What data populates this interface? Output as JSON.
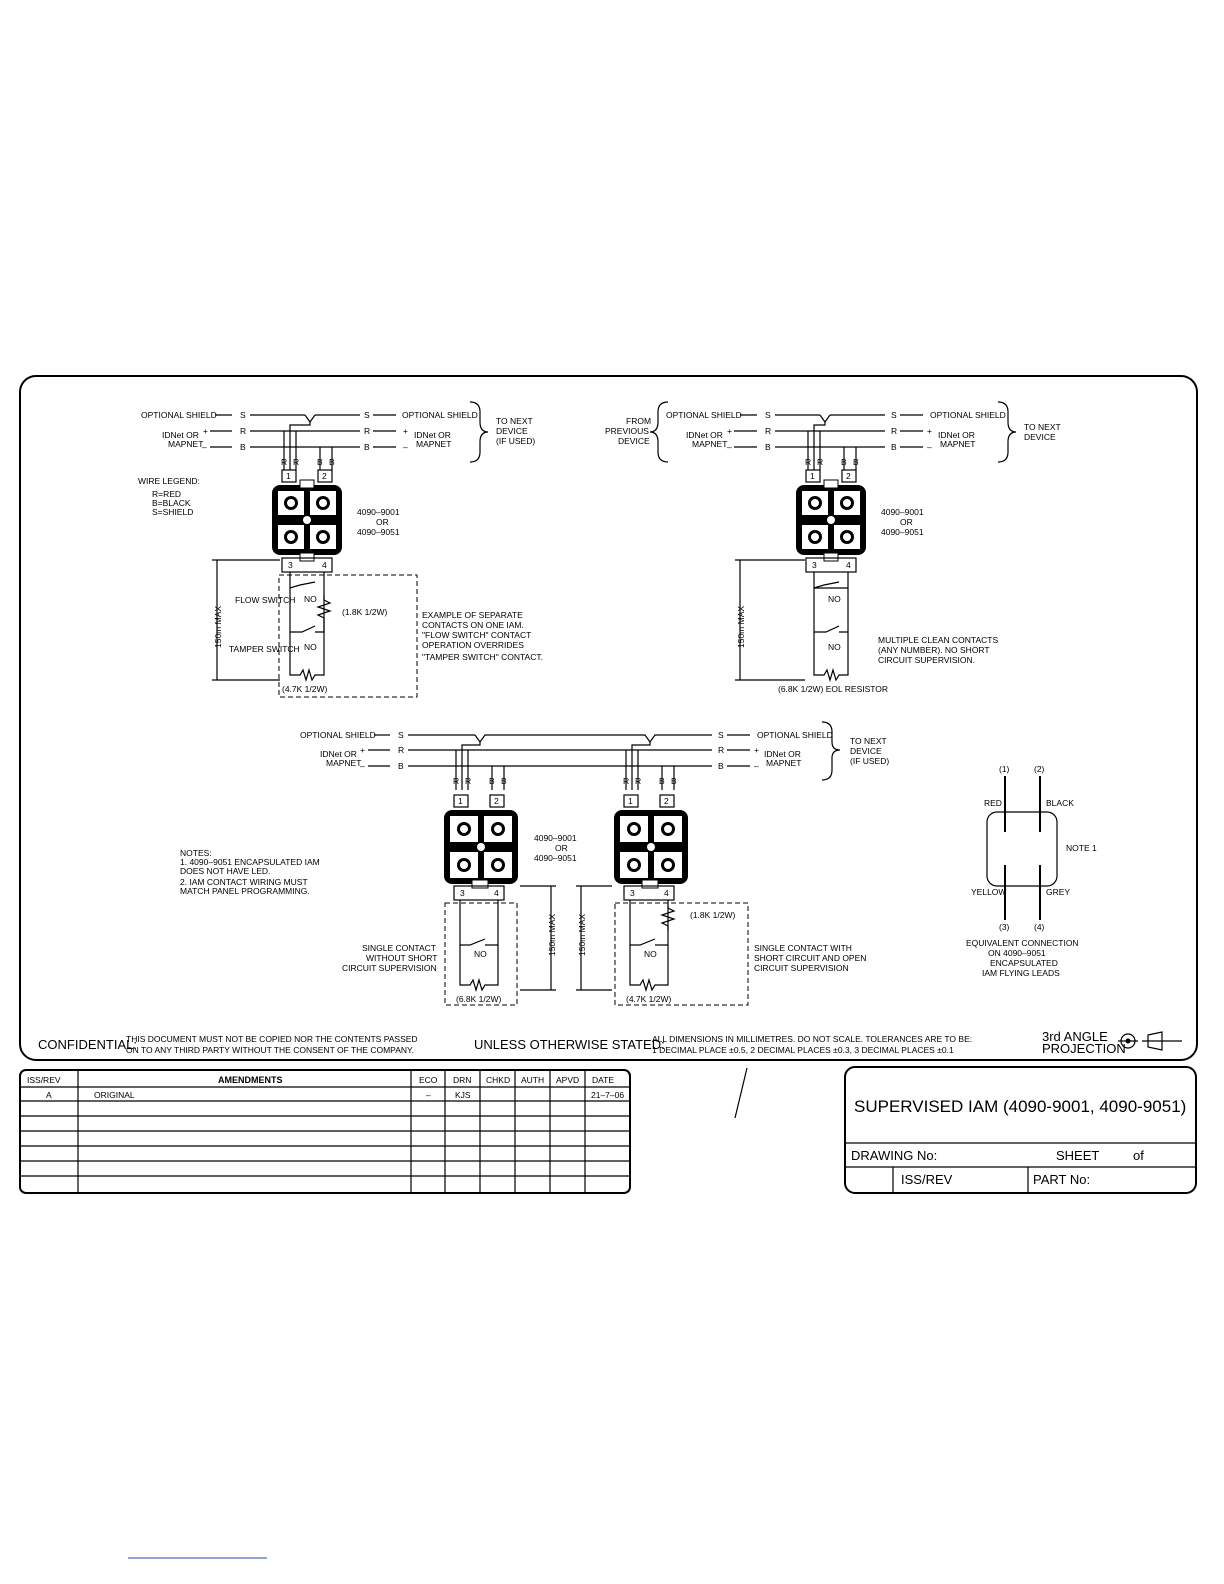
{
  "drawing": {
    "title": "SUPERVISED IAM (4090-9001, 4090-9051)",
    "drawing_no_label": "DRAWING No:",
    "sheet_label": "SHEET",
    "of_label": "of",
    "issrev_label": "ISS/REV",
    "part_no_label": "PART No:"
  },
  "labels": {
    "optional_shield": "OPTIONAL SHIELD",
    "idnet_or": "IDNet OR",
    "mapnet": "MAPNET",
    "s": "S",
    "r": "R",
    "b": "B",
    "plus": "+",
    "minus": "–",
    "to_next_device_if_used": [
      "TO NEXT",
      "DEVICE",
      "(IF USED)"
    ],
    "to_next_device": [
      "TO NEXT",
      "DEVICE"
    ],
    "from_previous_device": [
      "FROM",
      "PREVIOUS",
      "DEVICE"
    ],
    "module_part": [
      "4090–9001",
      "OR",
      "4090–9051"
    ],
    "wire_legend": [
      "WIRE LEGEND:",
      "R=RED",
      "B=BLACK",
      "S=SHIELD"
    ],
    "flow_switch": "FLOW SWITCH",
    "tamper_switch": "TAMPER SWITCH",
    "no": "NO",
    "res_18k": "(1.8K 1/2W)",
    "res_47k": "(4.7K 1/2W)",
    "res_68k": "(6.8K 1/2W)",
    "res_68k_eol": "(6.8K 1/2W) EOL RESISTOR",
    "max_150": "150m MAX",
    "separate_contacts_note": [
      "EXAMPLE OF SEPARATE",
      "CONTACTS ON ONE IAM.",
      "\"FLOW SWITCH\" CONTACT",
      "OPERATION OVERRIDES",
      "\"TAMPER SWITCH\" CONTACT."
    ],
    "multiple_contacts_note": [
      "MULTIPLE CLEAN CONTACTS",
      "(ANY NUMBER). NO SHORT",
      "CIRCUIT SUPERVISION."
    ],
    "single_without_note": [
      "SINGLE CONTACT",
      "WITHOUT SHORT",
      "CIRCUIT SUPERVISION"
    ],
    "single_with_note": [
      "SINGLE CONTACT WITH",
      "SHORT CIRCUIT AND OPEN",
      "CIRCUIT SUPERVISION"
    ],
    "notes": [
      "NOTES:",
      "1.   4090–9051 ENCAPSULATED IAM",
      "      DOES NOT HAVE LED.",
      "2.   IAM CONTACT WIRING MUST",
      "      MATCH PANEL PROGRAMMING."
    ],
    "leads": {
      "n1": "(1)",
      "n2": "(2)",
      "n3": "(3)",
      "n4": "(4)",
      "red": "RED",
      "black": "BLACK",
      "yellow": "YELLOW",
      "grey": "GREY",
      "note1": "NOTE 1",
      "caption": [
        "EQUIVALENT CONNECTION",
        "ON 4090–9051",
        "ENCAPSULATED",
        "IAM FLYING LEADS"
      ]
    },
    "term": {
      "t1": "1",
      "t2": "2",
      "t3": "3",
      "t4": "4"
    }
  },
  "footer": {
    "confidential_label": "CONFIDENTIAL:",
    "confidential_text": [
      "THIS DOCUMENT MUST NOT BE COPIED NOR THE CONTENTS PASSED",
      "ON TO ANY THIRD PARTY WITHOUT THE CONSENT OF THE COMPANY."
    ],
    "unless_label": "UNLESS OTHERWISE STATED:",
    "unless_text": [
      "ALL DIMENSIONS IN MILLIMETRES. DO NOT SCALE. TOLERANCES ARE TO BE:",
      "1 DECIMAL PLACE ±0.5, 2 DECIMAL PLACES ±0.3, 3 DECIMAL PLACES ±0.1"
    ],
    "projection": [
      "3rd ANGLE",
      "PROJECTION"
    ]
  },
  "amendments": {
    "headers": [
      "ISS/REV",
      "AMENDMENTS",
      "ECO",
      "DRN",
      "CHKD",
      "AUTH",
      "APVD",
      "DATE"
    ],
    "rows": [
      [
        "A",
        "ORIGINAL",
        "–",
        "KJS",
        "",
        "",
        "",
        "21–7–06"
      ]
    ]
  }
}
